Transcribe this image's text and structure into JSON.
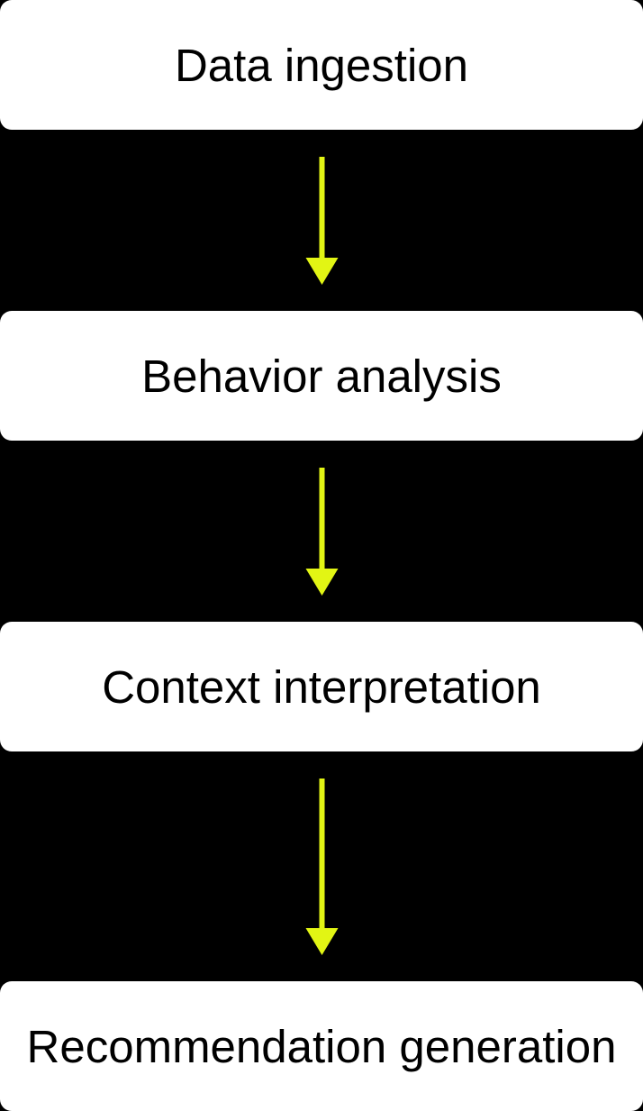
{
  "flowchart": {
    "background_color": "#000000",
    "node_fill_color": "#ffffff",
    "node_text_color": "#000000",
    "arrow_color": "#e2f514",
    "nodes": [
      {
        "label": "Data ingestion"
      },
      {
        "label": "Behavior analysis"
      },
      {
        "label": "Context interpretation"
      },
      {
        "label": "Recommendation generation"
      }
    ],
    "connections": [
      {
        "from": "Data ingestion",
        "to": "Behavior analysis",
        "direction": "down"
      },
      {
        "from": "Behavior analysis",
        "to": "Context interpretation",
        "direction": "down"
      },
      {
        "from": "Context interpretation",
        "to": "Recommendation generation",
        "direction": "down"
      }
    ]
  }
}
